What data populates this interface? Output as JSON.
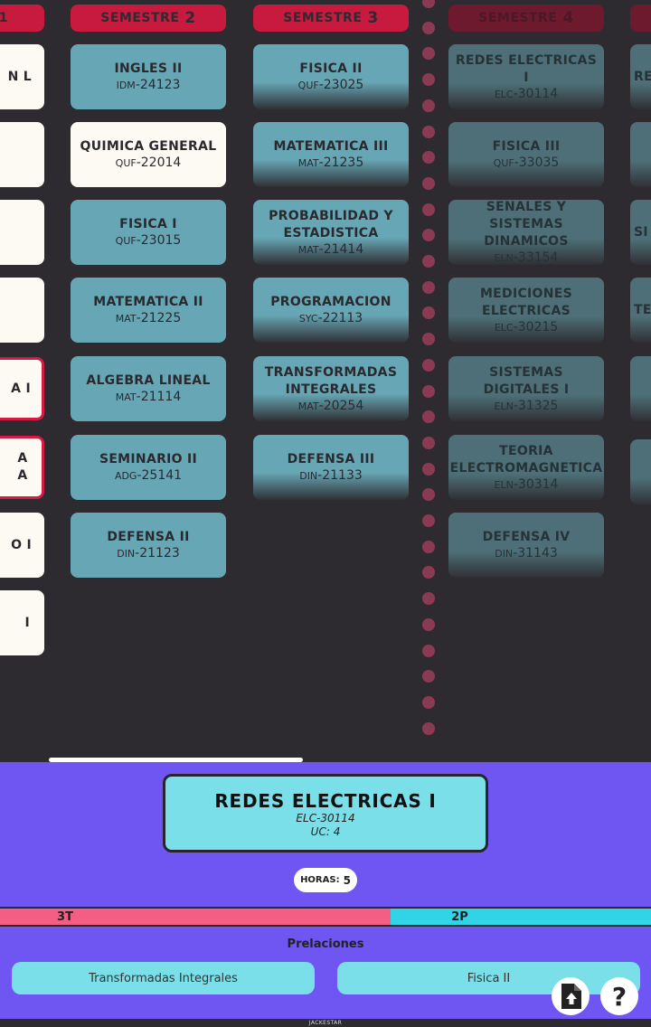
{
  "semesters": [
    {
      "label": "1",
      "courses": [
        {
          "name": "N L",
          "code": ""
        },
        {
          "name": "",
          "code": ""
        },
        {
          "name": "",
          "code": ""
        },
        {
          "name": "",
          "code": ""
        },
        {
          "name": "A I",
          "code": ""
        },
        {
          "name": "A A",
          "code": ""
        },
        {
          "name": "O I",
          "code": ""
        },
        {
          "name": "I",
          "code": ""
        }
      ]
    },
    {
      "label": "SEMESTRE",
      "num": "2",
      "courses": [
        {
          "name": "INGLES II",
          "prefix": "IDM",
          "num": "-24123"
        },
        {
          "name": "QUIMICA GENERAL",
          "prefix": "QUF",
          "num": "-22014"
        },
        {
          "name": "FISICA I",
          "prefix": "QUF",
          "num": "-23015"
        },
        {
          "name": "MATEMATICA II",
          "prefix": "MAT",
          "num": "-21225"
        },
        {
          "name": "ALGEBRA LINEAL",
          "prefix": "MAT",
          "num": "-21114"
        },
        {
          "name": "SEMINARIO II",
          "prefix": "ADG",
          "num": "-25141"
        },
        {
          "name": "DEFENSA II",
          "prefix": "DIN",
          "num": "-21123"
        }
      ]
    },
    {
      "label": "SEMESTRE",
      "num": "3",
      "courses": [
        {
          "name": "FISICA II",
          "prefix": "QUF",
          "num": "-23025"
        },
        {
          "name": "MATEMATICA III",
          "prefix": "MAT",
          "num": "-21235"
        },
        {
          "name": "PROBABILIDAD Y ESTADISTICA",
          "prefix": "MAT",
          "num": "-21414"
        },
        {
          "name": "PROGRAMACION",
          "prefix": "SYC",
          "num": "-22113"
        },
        {
          "name": "TRANSFORMADAS INTEGRALES",
          "prefix": "MAT",
          "num": "-20254"
        },
        {
          "name": "DEFENSA III",
          "prefix": "DIN",
          "num": "-21133"
        }
      ]
    },
    {
      "label": "SEMESTRE",
      "num": "4",
      "courses": [
        {
          "name": "REDES ELECTRICAS I",
          "prefix": "ELC",
          "num": "-30114"
        },
        {
          "name": "FISICA III",
          "prefix": "QUF",
          "num": "-33035"
        },
        {
          "name": "SENALES Y SISTEMAS DINAMICOS",
          "prefix": "ELN",
          "num": "-33154"
        },
        {
          "name": "MEDICIONES ELECTRICAS",
          "prefix": "ELC",
          "num": "-30215"
        },
        {
          "name": "SISTEMAS DIGITALES I",
          "prefix": "ELN",
          "num": "-31325"
        },
        {
          "name": "TEORIA ELECTROMAGNETICA",
          "prefix": "ELN",
          "num": "-30314"
        },
        {
          "name": "DEFENSA IV",
          "prefix": "DIN",
          "num": "-31143"
        }
      ]
    },
    {
      "label": "",
      "courses": [
        {
          "name": "RE"
        },
        {
          "name": ""
        },
        {
          "name": "SI"
        },
        {
          "name": "TE"
        },
        {
          "name": ""
        },
        {
          "name": ""
        }
      ]
    }
  ],
  "detail": {
    "title": "REDES ELECTRICAS I",
    "code": "ELC-30114",
    "uc": "UC: 4",
    "hours_label": "HORAS:",
    "hours_value": "5",
    "theory_label": "3T",
    "practice_label": "2P",
    "theory_fraction": 0.6,
    "prelaciones_title": "Prelaciones",
    "prelaciones": [
      "Transformadas Integrales",
      "Fisica II"
    ]
  },
  "footer": "JACKESTAR",
  "icons": {
    "upload": "file-upload-icon",
    "help": "question-mark-icon"
  },
  "colors": {
    "accent": "#c8193f",
    "card": "#67a6b5",
    "panel": "#6f55f2",
    "selected": "#7bdfe9"
  }
}
